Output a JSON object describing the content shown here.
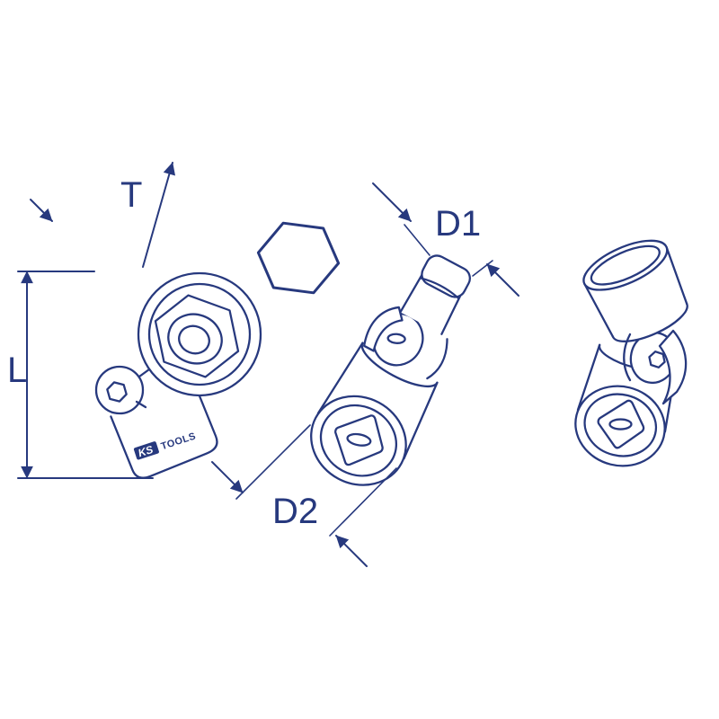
{
  "diagram": {
    "line_color": "#27397E",
    "background": "#ffffff",
    "brand": {
      "ks": "KS",
      "tools": "TOOLS"
    },
    "labels": {
      "wall_thickness": "T",
      "length": "L",
      "joint_diameter": "D1",
      "socket_diameter": "D2"
    }
  }
}
